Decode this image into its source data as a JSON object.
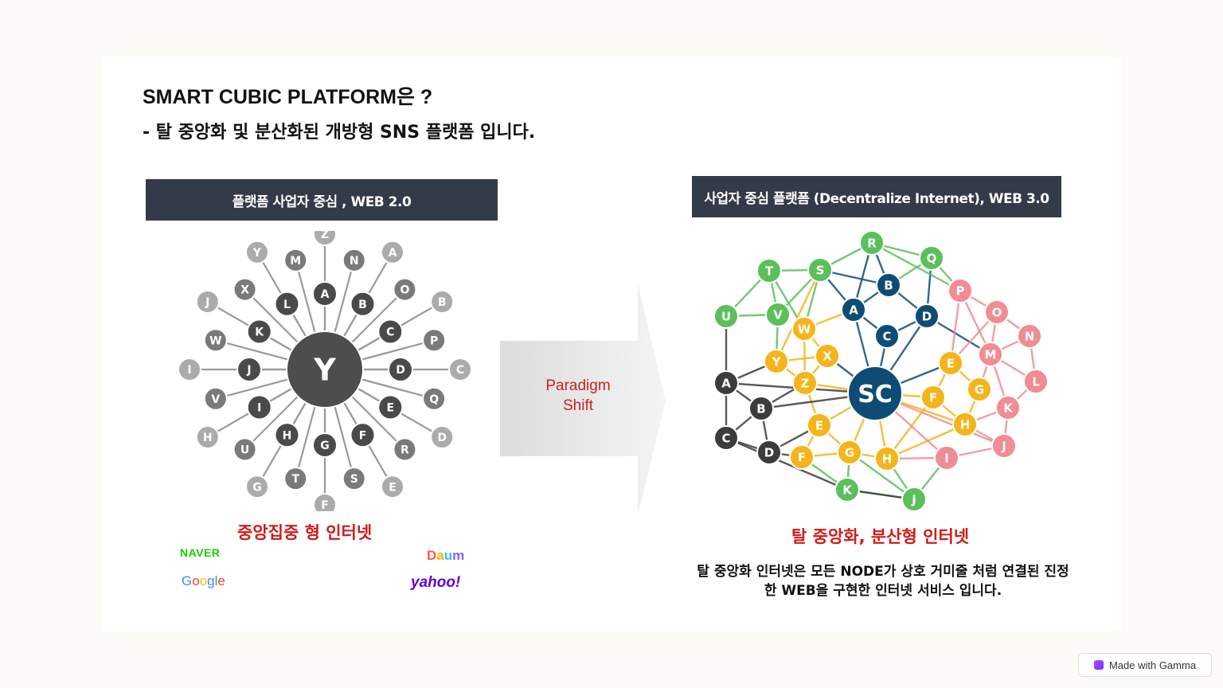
{
  "slide": {
    "title": "SMART CUBIC PLATFORM은 ?",
    "subtitle": "- 탈 중앙화 및 분산화된 개방형 SNS 플랫폼 입니다."
  },
  "left": {
    "header": "플랫폼 사업자 중심 ,   WEB 2.0",
    "hub": "Y",
    "inner_nodes": [
      "A",
      "B",
      "C",
      "D",
      "E",
      "F",
      "G",
      "H",
      "I",
      "J",
      "K",
      "L"
    ],
    "middle_nodes": [
      "N",
      "O",
      "P",
      "Q",
      "R",
      "S",
      "T",
      "U",
      "V",
      "W",
      "X",
      "M"
    ],
    "outer_nodes": [
      "Z",
      "A",
      "B",
      "C",
      "D",
      "E",
      "F",
      "G",
      "H",
      "I",
      "J",
      "Y"
    ],
    "caption": "중앙집중 형 인터넷",
    "logos": {
      "naver": "NAVER",
      "google": "Google",
      "daum": "Daum",
      "yahoo": "yahoo!"
    }
  },
  "arrow": {
    "label": "Paradigm Shift"
  },
  "right": {
    "header": "사업자 중심 플랫폼 (Decentralize Internet), WEB 3.0",
    "hub": "SC",
    "caption": "탈 중앙화, 분산형   인터넷",
    "description": "탈 중앙화 인터넷은 모든 NODE가 상호 거미줄 처럼 연결된 진정한 WEB을 구현한 인터넷 서비스 입니다.",
    "colors": {
      "blue": "#0f4c75",
      "yellow": "#f5b41a",
      "green": "#5cbf5c",
      "pink": "#f08c94",
      "dark": "#3c3c3c"
    },
    "nodes": {
      "blue": [
        "A",
        "B",
        "C",
        "D"
      ],
      "green": [
        "R",
        "Q",
        "S",
        "T",
        "U",
        "V",
        "K",
        "J"
      ],
      "yellow": [
        "W",
        "X",
        "Y",
        "Z",
        "E",
        "F",
        "G",
        "H",
        "E",
        "F",
        "G",
        "H"
      ],
      "pink": [
        "P",
        "O",
        "N",
        "M",
        "L",
        "K",
        "J",
        "I"
      ],
      "dark": [
        "A",
        "B",
        "C",
        "D"
      ]
    }
  },
  "badge": {
    "label": "Made with Gamma"
  }
}
